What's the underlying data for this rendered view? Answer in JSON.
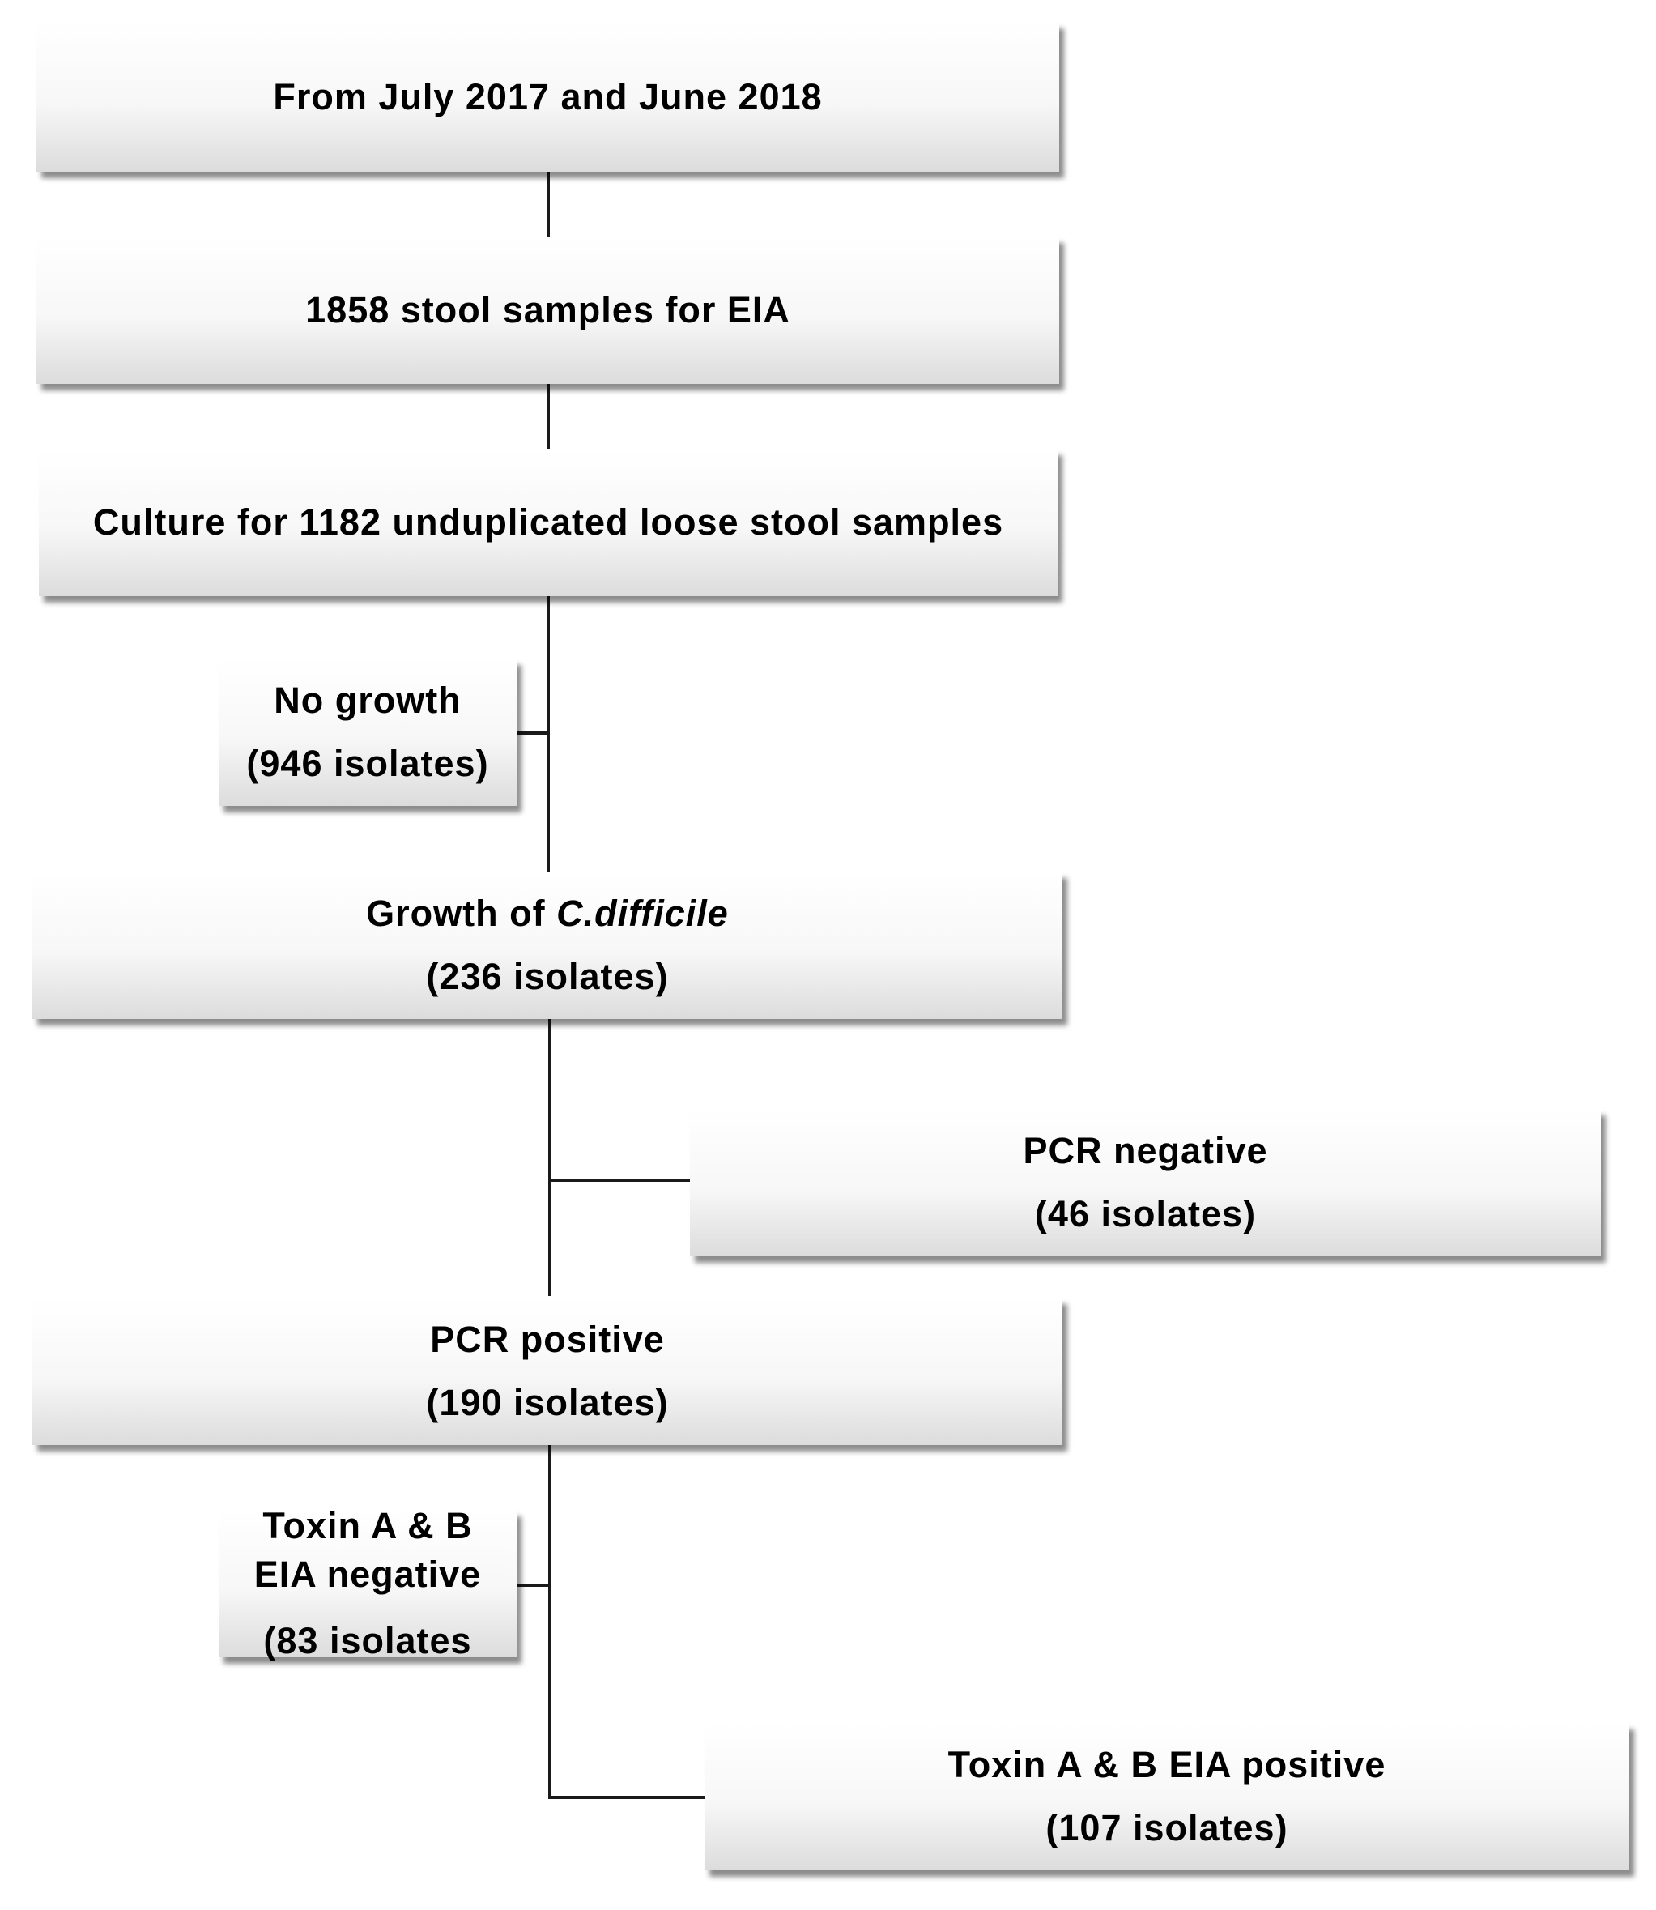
{
  "boxes": {
    "period": {
      "line1": "From July 2017 and June 2018"
    },
    "samples": {
      "line1": "1858 stool samples for EIA"
    },
    "culture": {
      "line1": "Culture for 1182 unduplicated loose stool samples"
    },
    "no_growth": {
      "line1": "No growth",
      "line2": "(946 isolates)"
    },
    "growth": {
      "prefix": "Growth of ",
      "organism": "C.difficile",
      "line2": "(236 isolates)"
    },
    "pcr_negative": {
      "line1": "PCR negative",
      "line2": "(46 isolates)"
    },
    "pcr_positive": {
      "line1": "PCR positive",
      "line2": "(190 isolates)"
    },
    "eia_negative": {
      "line1": "Toxin A & B",
      "line2": "EIA negative",
      "line3": "(83 isolates"
    },
    "eia_positive": {
      "line1": "Toxin A & B EIA positive",
      "line2": "(107 isolates)"
    }
  }
}
